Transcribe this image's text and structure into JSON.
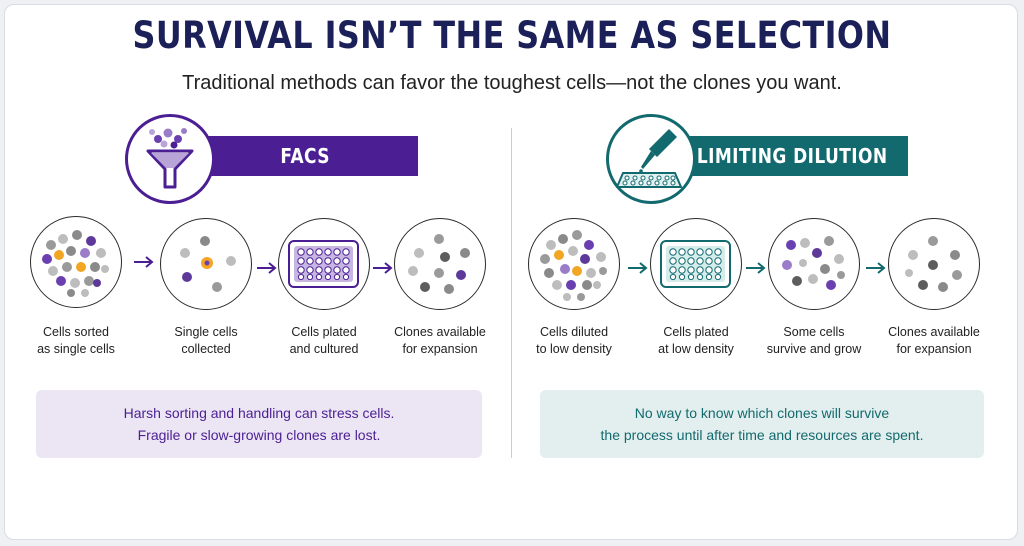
{
  "title": "SURVIVAL ISN’T THE SAME AS SELECTION",
  "subtitle": "Traditional methods can favor the toughest cells—not the clones you want.",
  "colors": {
    "facs": "#4b1f93",
    "limiting": "#136a6e",
    "facs_note_bg": "#ece6f4",
    "limiting_note_bg": "#e3eeee",
    "title": "#1c2058"
  },
  "facs": {
    "method": "FACS",
    "icon": "funnel-icon",
    "steps": [
      {
        "label_1": "Cells sorted",
        "label_2": "as single cells",
        "icon": "mixed-cells-icon"
      },
      {
        "label_1": "Single cells",
        "label_2": "collected",
        "icon": "single-cells-icon"
      },
      {
        "label_1": "Cells plated",
        "label_2": "and cultured",
        "icon": "well-plate-icon"
      },
      {
        "label_1": "Clones available",
        "label_2": "for expansion",
        "icon": "clones-icon"
      }
    ],
    "note_1": "Harsh sorting and handling can stress cells.",
    "note_2": "Fragile or slow-growing clones are lost."
  },
  "limiting": {
    "method": "LIMITING DILUTION",
    "icon": "pipette-plate-icon",
    "steps": [
      {
        "label_1": "Cells diluted",
        "label_2": "to low density",
        "icon": "mixed-cells-icon"
      },
      {
        "label_1": "Cells plated",
        "label_2": "at low density",
        "icon": "well-plate-icon"
      },
      {
        "label_1": "Some cells",
        "label_2": "survive and grow",
        "icon": "surviving-cells-icon"
      },
      {
        "label_1": "Clones available",
        "label_2": "for expansion",
        "icon": "clones-icon"
      }
    ],
    "note_1": "No way to know which clones will survive",
    "note_2": "the process until after time and resources are spent."
  }
}
